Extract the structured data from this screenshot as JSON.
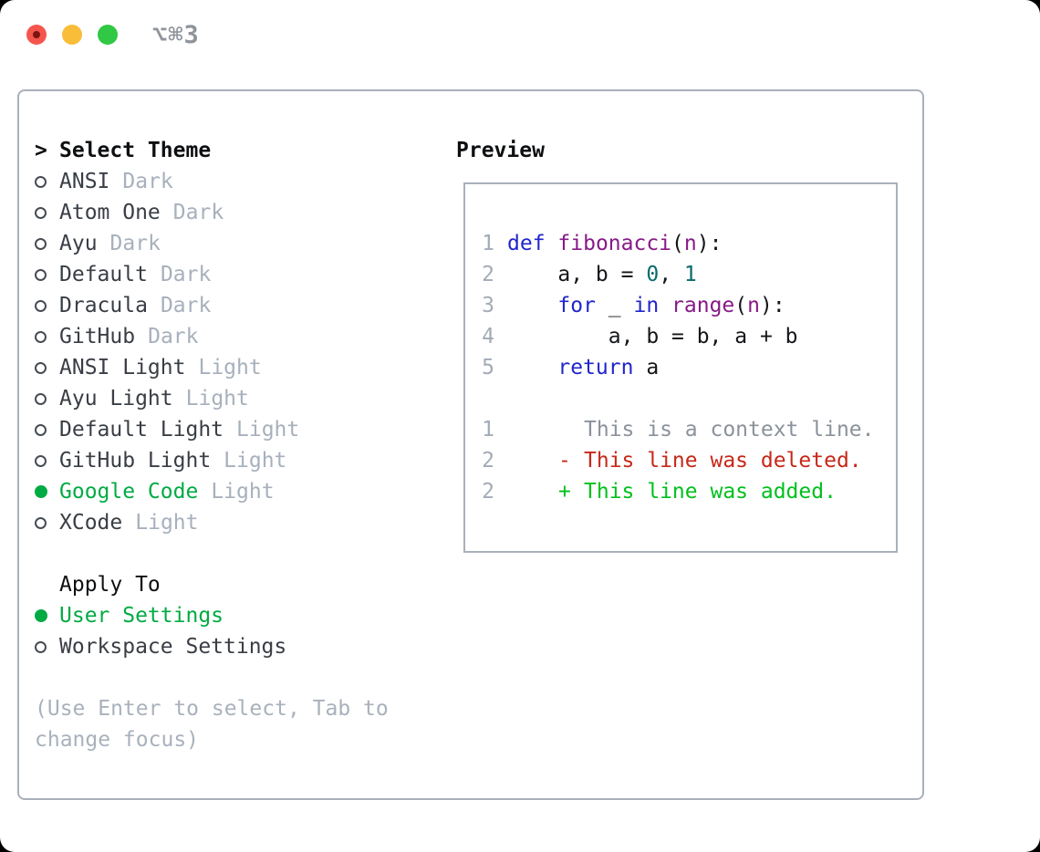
{
  "titlebar": {
    "shortcut": "⌥⌘3"
  },
  "picker": {
    "header": {
      "cursor": ">",
      "title": "Select Theme"
    },
    "themes": [
      {
        "name": "ANSI",
        "tag": "Dark",
        "selected": false
      },
      {
        "name": "Atom One",
        "tag": "Dark",
        "selected": false
      },
      {
        "name": "Ayu",
        "tag": "Dark",
        "selected": false
      },
      {
        "name": "Default",
        "tag": "Dark",
        "selected": false
      },
      {
        "name": "Dracula",
        "tag": "Dark",
        "selected": false
      },
      {
        "name": "GitHub",
        "tag": "Dark",
        "selected": false
      },
      {
        "name": "ANSI Light",
        "tag": "Light",
        "selected": false
      },
      {
        "name": "Ayu Light",
        "tag": "Light",
        "selected": false
      },
      {
        "name": "Default Light",
        "tag": "Light",
        "selected": false
      },
      {
        "name": "GitHub Light",
        "tag": "Light",
        "selected": false
      },
      {
        "name": "Google Code",
        "tag": "Light",
        "selected": true
      },
      {
        "name": "XCode",
        "tag": "Light",
        "selected": false
      }
    ],
    "apply_to": {
      "title": "Apply To",
      "options": [
        {
          "name": "User Settings",
          "selected": true
        },
        {
          "name": "Workspace Settings",
          "selected": false
        }
      ]
    },
    "help_lines": [
      "(Use Enter to select, Tab to",
      "change focus)"
    ]
  },
  "preview": {
    "title": "Preview",
    "code": [
      {
        "num": "1",
        "tokens": [
          {
            "s": "kw",
            "t": "def"
          },
          {
            "s": "pl",
            "t": " "
          },
          {
            "s": "fn",
            "t": "fibonacci"
          },
          {
            "s": "pl",
            "t": "("
          },
          {
            "s": "fn",
            "t": "n"
          },
          {
            "s": "pl",
            "t": "):"
          }
        ]
      },
      {
        "num": "2",
        "tokens": [
          {
            "s": "pl",
            "t": "    a, b = "
          },
          {
            "s": "num",
            "t": "0"
          },
          {
            "s": "pl",
            "t": ", "
          },
          {
            "s": "num",
            "t": "1"
          }
        ]
      },
      {
        "num": "3",
        "tokens": [
          {
            "s": "pl",
            "t": "    "
          },
          {
            "s": "kw",
            "t": "for"
          },
          {
            "s": "pl",
            "t": " _ "
          },
          {
            "s": "kw",
            "t": "in"
          },
          {
            "s": "pl",
            "t": " "
          },
          {
            "s": "fn",
            "t": "range"
          },
          {
            "s": "pl",
            "t": "("
          },
          {
            "s": "fn",
            "t": "n"
          },
          {
            "s": "pl",
            "t": "):"
          }
        ]
      },
      {
        "num": "4",
        "tokens": [
          {
            "s": "pl",
            "t": "        a, b = b, a + b"
          }
        ]
      },
      {
        "num": "5",
        "tokens": [
          {
            "s": "pl",
            "t": "    "
          },
          {
            "s": "kw",
            "t": "return"
          },
          {
            "s": "pl",
            "t": " a"
          }
        ]
      }
    ],
    "diff": [
      {
        "num": "1",
        "marker": "",
        "text": "This is a context line.",
        "kind": "context"
      },
      {
        "num": "2",
        "marker": "-",
        "text": "This line was deleted.",
        "kind": "deleted"
      },
      {
        "num": "2",
        "marker": "+",
        "text": "This line was added.",
        "kind": "added"
      }
    ]
  },
  "colors": {
    "keyword": "#2125cc",
    "function": "#871a87",
    "number": "#0b6a6a",
    "plain": "#141619",
    "lineNumber": "#a3abb6",
    "context": "#8b929b",
    "deleted": "#c62819",
    "added": "#00c01d",
    "selection": "#00ab43",
    "tag": "#a7b0bc",
    "help": "#a9b1bc",
    "border": "#a9b0ba",
    "itemText": "#393e45",
    "heading": "#0d0f11",
    "trafficRed": "#f4564e",
    "trafficYellow": "#f9bd3a",
    "trafficGreen": "#30c844",
    "shortcutText": "#8f949b"
  }
}
